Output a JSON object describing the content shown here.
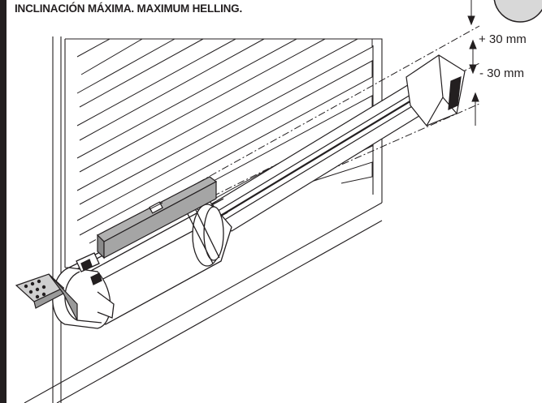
{
  "title": "INCLINACIÓN MÁXIMA. MAXIMUM HELLING.",
  "dimension_labels": {
    "plus": "+ 30 mm",
    "minus": "- 30 mm"
  },
  "colors": {
    "ink": "#231f20",
    "motor_body": "#ffffff",
    "bracket_fill": "#cfcfcf",
    "plate_fill": "#9a9a9a"
  }
}
